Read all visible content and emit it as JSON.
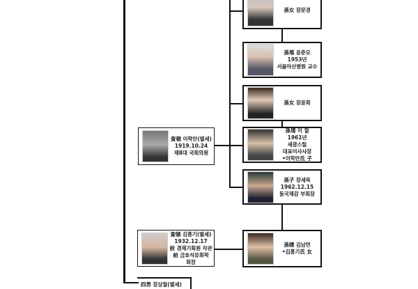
{
  "nodes": {
    "jang_mungyeong": {
      "lines": [
        "孫女 장문경"
      ]
    },
    "yun_junoh": {
      "lines": [
        "孫壻 윤준오",
        "1953년",
        "서울아산병원 교수"
      ]
    },
    "jang_yunhui": {
      "lines": [
        "孫女 장윤희"
      ]
    },
    "lee_cheol": {
      "lines": [
        "孫壻 이 철",
        "1961년",
        "세광스틸",
        "대표이사사장",
        "•이학만氏 子"
      ]
    },
    "lee_hakman": {
      "lines": [
        "査頓 이학만(별세)",
        "1919.10.24",
        "제8대 국회의원"
      ]
    },
    "jang_sewook": {
      "lines": [
        "孫子 장세욱",
        "1962.12.15",
        "동국제강 부회장"
      ]
    },
    "kim_heunggi": {
      "lines": [
        "査頓 김흥기(별세)",
        "1932.12.17",
        "前 경제기획원 차관",
        "前 금호석유화학",
        "회장"
      ]
    },
    "kim_namyeon": {
      "lines": [
        "孫婦 김남연",
        "•김흥기氏 女"
      ]
    }
  },
  "fourth_son": "四男 장상철(별세)"
}
